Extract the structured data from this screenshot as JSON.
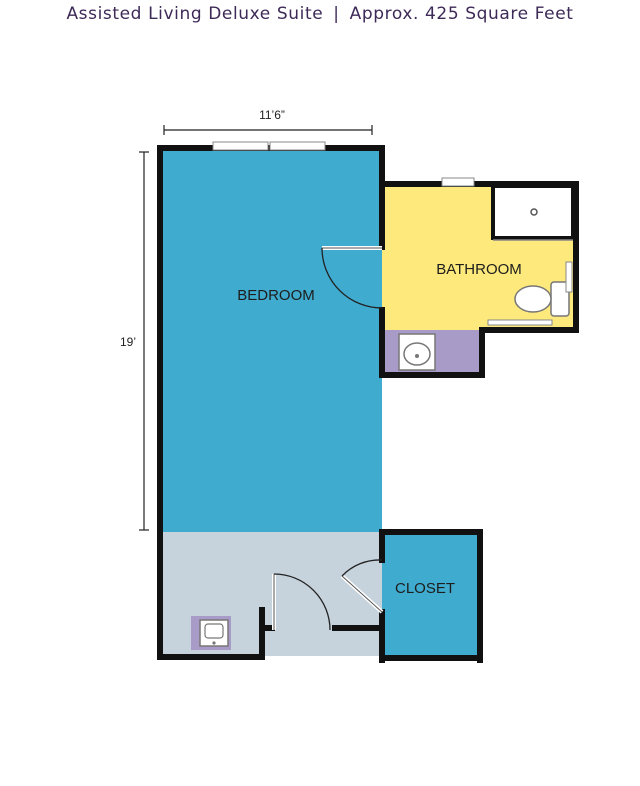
{
  "header": {
    "suite_name": "Assisted Living Deluxe Suite",
    "separator": "|",
    "area": "Approx. 425 Square Feet"
  },
  "dimensions": {
    "width": "11’6”",
    "length": "19’"
  },
  "rooms": {
    "bedroom": "BEDROOM",
    "bathroom": "BATHROOM",
    "closet": "CLOSET"
  },
  "colors": {
    "bedroom": "#3fabce",
    "bathroom": "#fde97c",
    "vanity": "#a99bc8",
    "entry": "#c7d3dc",
    "closet": "#3fabce",
    "wall": "#111111",
    "title": "#3d2a57"
  }
}
